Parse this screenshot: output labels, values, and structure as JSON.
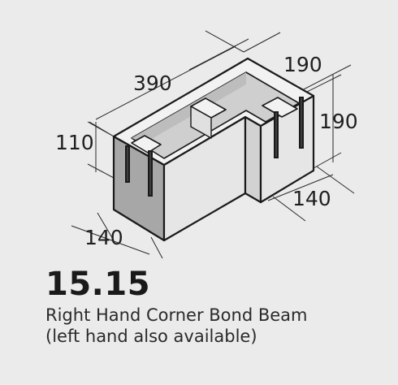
{
  "product": {
    "code": "15.15",
    "name": "Right Hand Corner Bond Beam",
    "note": "(left hand also available)"
  },
  "dimensions": {
    "length": "390",
    "width_top": "190",
    "height": "190",
    "web_height": "110",
    "bottom_left": "140",
    "bottom_right": "140"
  },
  "colors": {
    "background": "#ebebeb",
    "outline": "#1a1a1a",
    "face_light": "#e7e7e7",
    "face_dark": "#a7a7a7",
    "slot": "#4a4a4a"
  }
}
